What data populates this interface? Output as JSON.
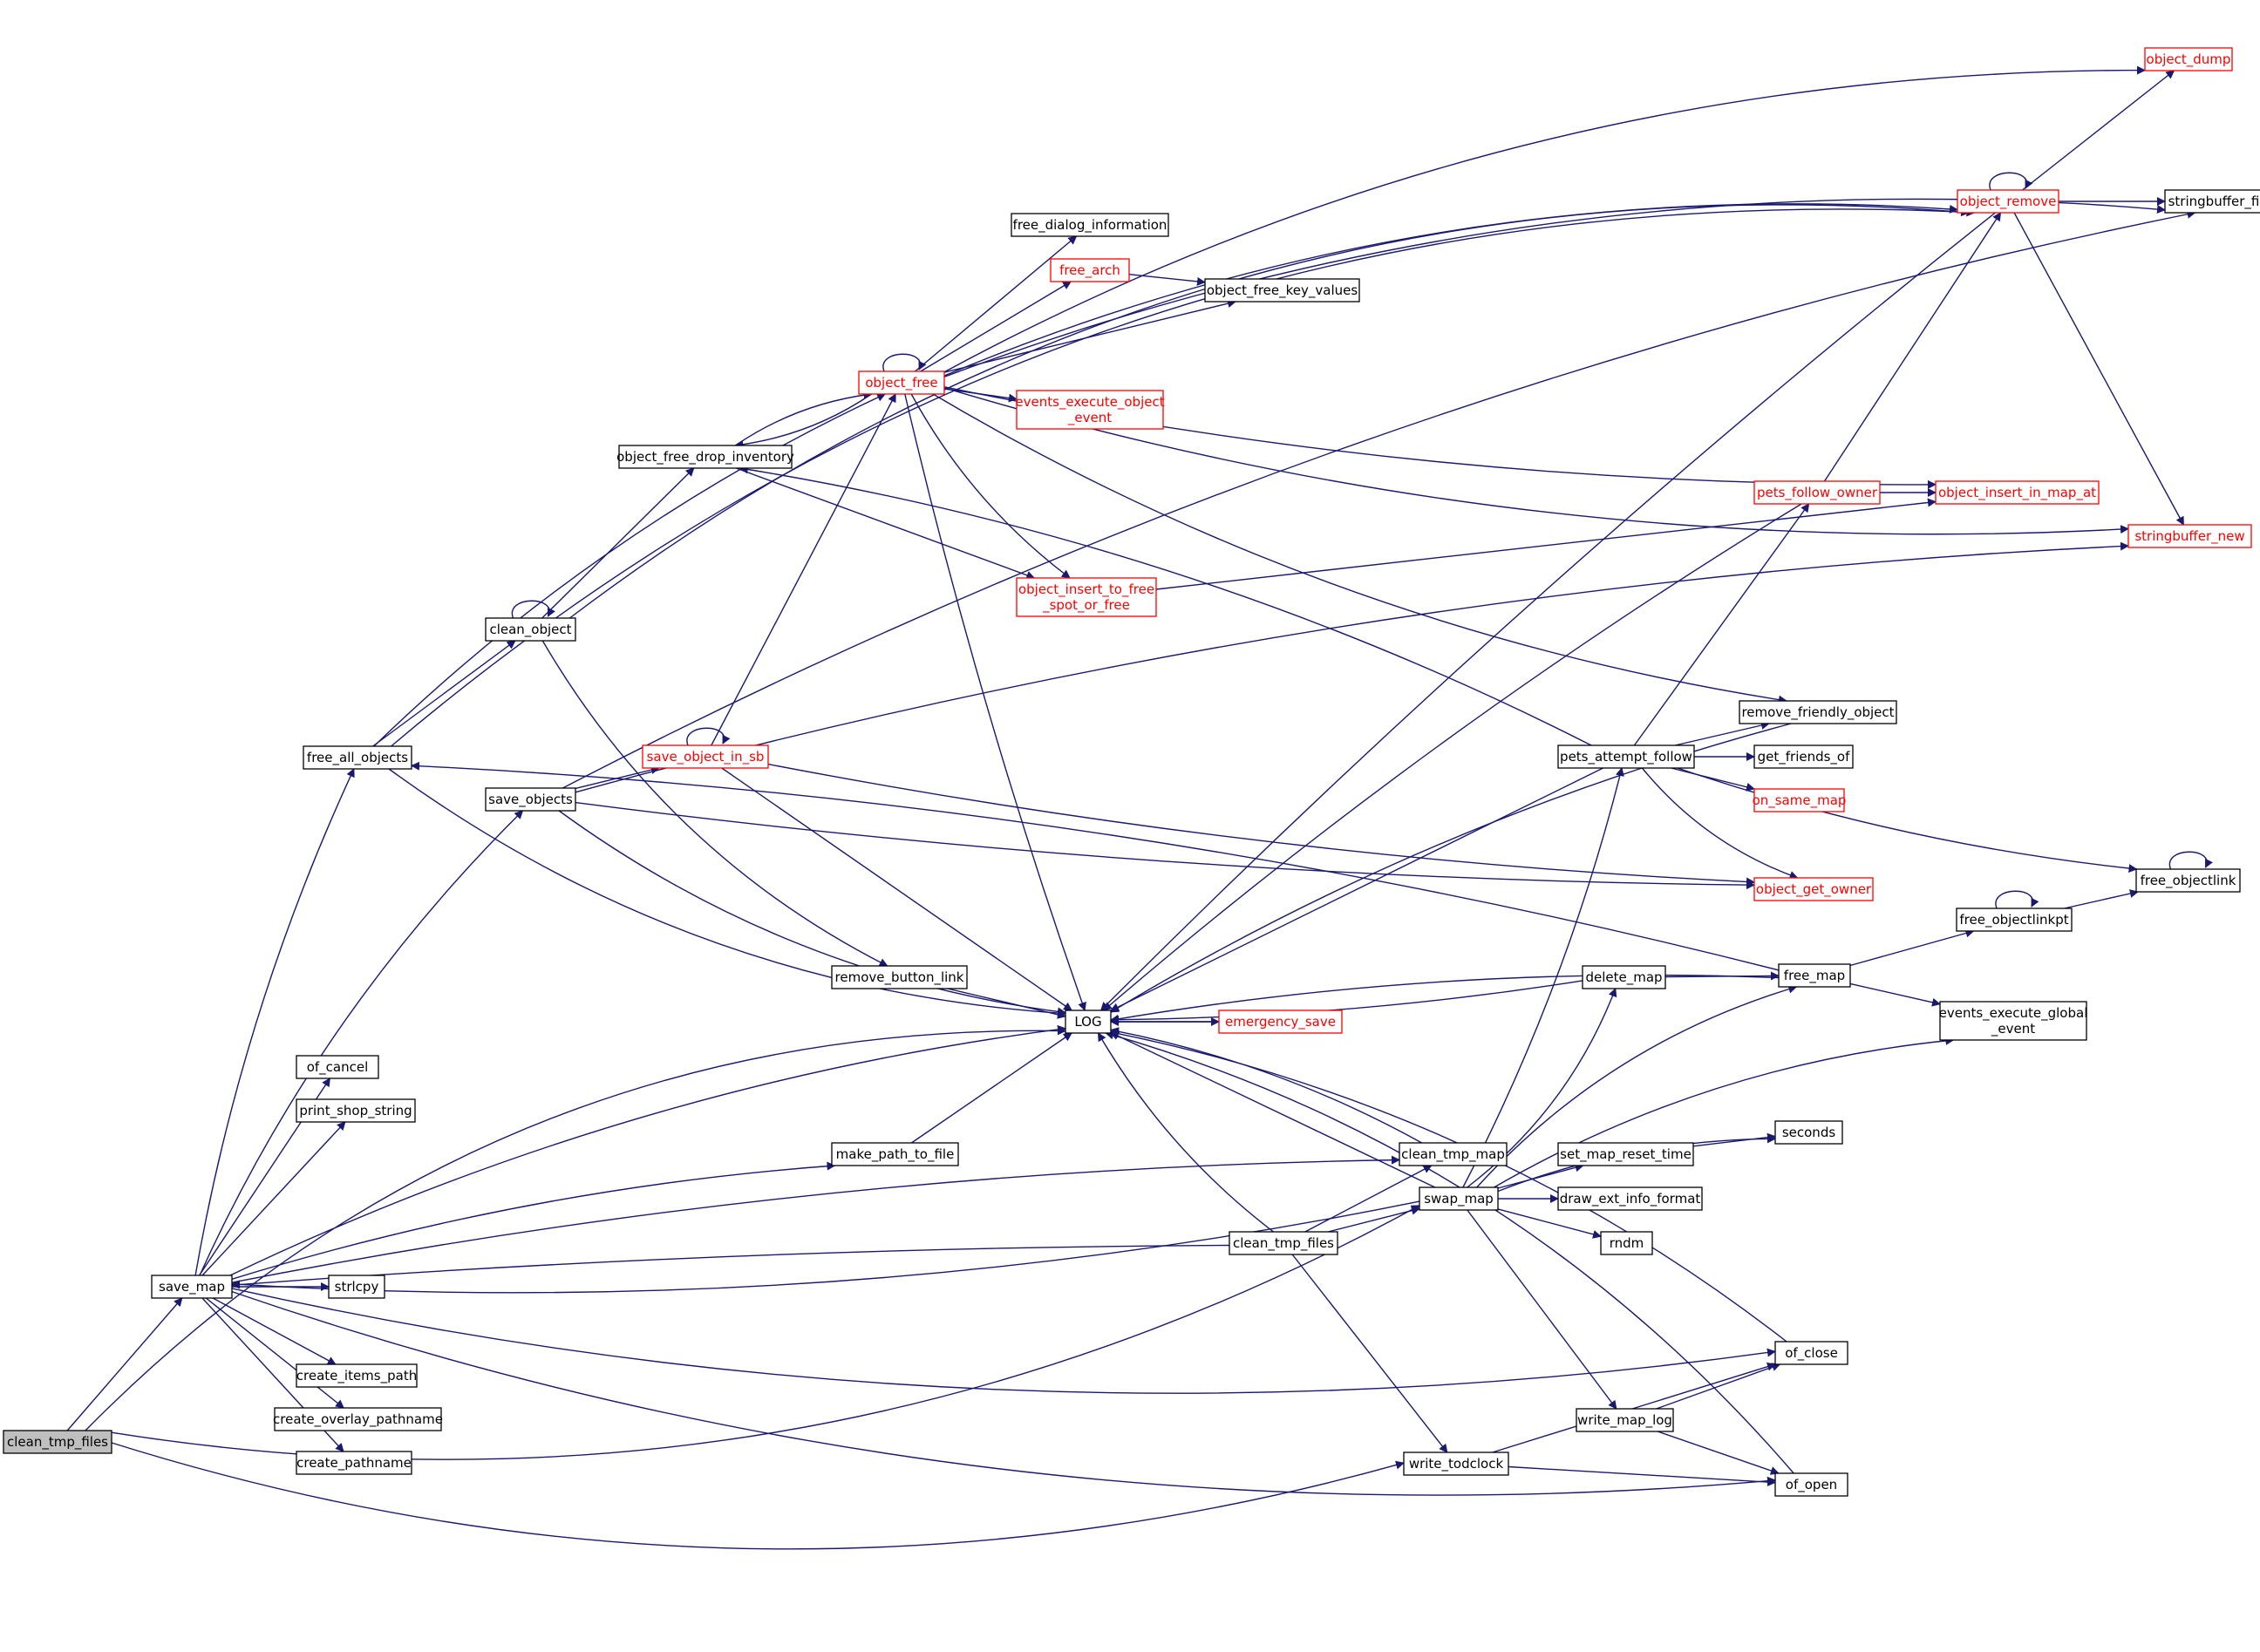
{
  "colors": {
    "edge": "#191970",
    "node_border_black": "#000000",
    "node_border_red": "#ff0000",
    "root_fill": "#bfbfbf",
    "node_fill": "#ffffff",
    "text_black": "#000000",
    "text_red": "#ff0000"
  },
  "nodes": [
    {
      "id": "clean_tmp_files_root",
      "lines": [
        "clean_tmp_files"
      ],
      "style": "root"
    },
    {
      "id": "save_map",
      "lines": [
        "save_map"
      ],
      "style": "black"
    },
    {
      "id": "free_all_objects",
      "lines": [
        "free_all_objects"
      ],
      "style": "black"
    },
    {
      "id": "save_objects",
      "lines": [
        "save_objects"
      ],
      "style": "black"
    },
    {
      "id": "of_cancel",
      "lines": [
        "of_cancel"
      ],
      "style": "black"
    },
    {
      "id": "print_shop_string",
      "lines": [
        "print_shop_string"
      ],
      "style": "black"
    },
    {
      "id": "strlcpy",
      "lines": [
        "strlcpy"
      ],
      "style": "black"
    },
    {
      "id": "create_items_path",
      "lines": [
        "create_items_path"
      ],
      "style": "black"
    },
    {
      "id": "create_overlay_pathname",
      "lines": [
        "create_overlay_pathname"
      ],
      "style": "black"
    },
    {
      "id": "create_pathname",
      "lines": [
        "create_pathname"
      ],
      "style": "black"
    },
    {
      "id": "clean_object",
      "lines": [
        "clean_object"
      ],
      "style": "black"
    },
    {
      "id": "object_free_drop_inventory",
      "lines": [
        "object_free_drop_inventory"
      ],
      "style": "black"
    },
    {
      "id": "object_free",
      "lines": [
        "object_free"
      ],
      "style": "red"
    },
    {
      "id": "save_object_in_sb",
      "lines": [
        "save_object_in_sb"
      ],
      "style": "red"
    },
    {
      "id": "free_dialog_information",
      "lines": [
        "free_dialog_information"
      ],
      "style": "black"
    },
    {
      "id": "free_arch",
      "lines": [
        "free_arch"
      ],
      "style": "red"
    },
    {
      "id": "object_free_key_values",
      "lines": [
        "object_free_key_values"
      ],
      "style": "black"
    },
    {
      "id": "events_execute_object_event",
      "lines": [
        "events_execute_object",
        "_event"
      ],
      "style": "red"
    },
    {
      "id": "object_insert_to_free_spot_or_free",
      "lines": [
        "object_insert_to_free",
        "_spot_or_free"
      ],
      "style": "red"
    },
    {
      "id": "remove_button_link",
      "lines": [
        "remove_button_link"
      ],
      "style": "black"
    },
    {
      "id": "LOG",
      "lines": [
        "LOG"
      ],
      "style": "black"
    },
    {
      "id": "emergency_save",
      "lines": [
        "emergency_save"
      ],
      "style": "red"
    },
    {
      "id": "make_path_to_file",
      "lines": [
        "make_path_to_file"
      ],
      "style": "black"
    },
    {
      "id": "clean_tmp_map",
      "lines": [
        "clean_tmp_map"
      ],
      "style": "black"
    },
    {
      "id": "clean_tmp_files",
      "lines": [
        "clean_tmp_files"
      ],
      "style": "black"
    },
    {
      "id": "swap_map",
      "lines": [
        "swap_map"
      ],
      "style": "black"
    },
    {
      "id": "write_todclock",
      "lines": [
        "write_todclock"
      ],
      "style": "black"
    },
    {
      "id": "object_dump",
      "lines": [
        "object_dump"
      ],
      "style": "red"
    },
    {
      "id": "object_remove",
      "lines": [
        "object_remove"
      ],
      "style": "red"
    },
    {
      "id": "stringbuffer_finish",
      "lines": [
        "stringbuffer_finish"
      ],
      "style": "black"
    },
    {
      "id": "pets_follow_owner",
      "lines": [
        "pets_follow_owner"
      ],
      "style": "red"
    },
    {
      "id": "object_insert_in_map_at",
      "lines": [
        "object_insert_in_map_at"
      ],
      "style": "red"
    },
    {
      "id": "stringbuffer_new",
      "lines": [
        "stringbuffer_new"
      ],
      "style": "red"
    },
    {
      "id": "remove_friendly_object",
      "lines": [
        "remove_friendly_object"
      ],
      "style": "black"
    },
    {
      "id": "pets_attempt_follow",
      "lines": [
        "pets_attempt_follow"
      ],
      "style": "black"
    },
    {
      "id": "get_friends_of",
      "lines": [
        "get_friends_of"
      ],
      "style": "black"
    },
    {
      "id": "on_same_map",
      "lines": [
        "on_same_map"
      ],
      "style": "red"
    },
    {
      "id": "object_get_owner",
      "lines": [
        "object_get_owner"
      ],
      "style": "red"
    },
    {
      "id": "free_objectlink",
      "lines": [
        "free_objectlink"
      ],
      "style": "black"
    },
    {
      "id": "free_objectlinkpt",
      "lines": [
        "free_objectlinkpt"
      ],
      "style": "black"
    },
    {
      "id": "free_map",
      "lines": [
        "free_map"
      ],
      "style": "black"
    },
    {
      "id": "delete_map",
      "lines": [
        "delete_map"
      ],
      "style": "black"
    },
    {
      "id": "events_execute_global_event",
      "lines": [
        "events_execute_global",
        "_event"
      ],
      "style": "black"
    },
    {
      "id": "seconds",
      "lines": [
        "seconds"
      ],
      "style": "black"
    },
    {
      "id": "set_map_reset_time",
      "lines": [
        "set_map_reset_time"
      ],
      "style": "black"
    },
    {
      "id": "draw_ext_info_format",
      "lines": [
        "draw_ext_info_format"
      ],
      "style": "black"
    },
    {
      "id": "rndm",
      "lines": [
        "rndm"
      ],
      "style": "black"
    },
    {
      "id": "of_close",
      "lines": [
        "of_close"
      ],
      "style": "black"
    },
    {
      "id": "write_map_log",
      "lines": [
        "write_map_log"
      ],
      "style": "black"
    },
    {
      "id": "of_open",
      "lines": [
        "of_open"
      ],
      "style": "black"
    }
  ],
  "edges": [
    {
      "from": "clean_tmp_files_root",
      "to": "save_map"
    },
    {
      "from": "clean_tmp_files_root",
      "to": "LOG"
    },
    {
      "from": "clean_tmp_files_root",
      "to": "swap_map"
    },
    {
      "from": "clean_tmp_files_root",
      "to": "write_todclock"
    },
    {
      "from": "save_map",
      "to": "free_all_objects"
    },
    {
      "from": "save_map",
      "to": "save_objects"
    },
    {
      "from": "save_map",
      "to": "of_cancel"
    },
    {
      "from": "save_map",
      "to": "print_shop_string"
    },
    {
      "from": "save_map",
      "to": "strlcpy"
    },
    {
      "from": "save_map",
      "to": "create_items_path"
    },
    {
      "from": "save_map",
      "to": "create_overlay_pathname"
    },
    {
      "from": "save_map",
      "to": "create_pathname"
    },
    {
      "from": "save_map",
      "to": "LOG"
    },
    {
      "from": "save_map",
      "to": "make_path_to_file"
    },
    {
      "from": "save_map",
      "to": "clean_tmp_map"
    },
    {
      "from": "save_map",
      "to": "of_close"
    },
    {
      "from": "save_map",
      "to": "of_open"
    },
    {
      "from": "free_all_objects",
      "to": "clean_object"
    },
    {
      "from": "free_all_objects",
      "to": "object_free"
    },
    {
      "from": "free_all_objects",
      "to": "object_remove"
    },
    {
      "from": "free_all_objects",
      "to": "LOG"
    },
    {
      "from": "clean_object",
      "to": "clean_object"
    },
    {
      "from": "clean_object",
      "to": "object_free_drop_inventory"
    },
    {
      "from": "clean_object",
      "to": "object_remove"
    },
    {
      "from": "clean_object",
      "to": "remove_button_link"
    },
    {
      "from": "object_free_drop_inventory",
      "to": "object_free"
    },
    {
      "from": "object_free_drop_inventory",
      "to": "object_insert_to_free_spot_or_free"
    },
    {
      "from": "object_free",
      "to": "object_free"
    },
    {
      "from": "object_free",
      "to": "object_free_drop_inventory"
    },
    {
      "from": "object_free",
      "to": "object_dump"
    },
    {
      "from": "object_free",
      "to": "object_remove"
    },
    {
      "from": "object_free",
      "to": "stringbuffer_finish"
    },
    {
      "from": "object_free",
      "to": "free_dialog_information"
    },
    {
      "from": "object_free",
      "to": "free_arch"
    },
    {
      "from": "object_free",
      "to": "object_free_key_values"
    },
    {
      "from": "object_free",
      "to": "events_execute_object_event"
    },
    {
      "from": "object_free",
      "to": "object_insert_in_map_at"
    },
    {
      "from": "object_free",
      "to": "stringbuffer_new"
    },
    {
      "from": "object_free",
      "to": "object_insert_to_free_spot_or_free"
    },
    {
      "from": "object_free",
      "to": "remove_friendly_object"
    },
    {
      "from": "object_free",
      "to": "LOG"
    },
    {
      "from": "free_arch",
      "to": "object_free_key_values"
    },
    {
      "from": "object_insert_to_free_spot_or_free",
      "to": "object_insert_in_map_at"
    },
    {
      "from": "save_objects",
      "to": "save_object_in_sb"
    },
    {
      "from": "save_objects",
      "to": "stringbuffer_finish"
    },
    {
      "from": "save_objects",
      "to": "stringbuffer_new"
    },
    {
      "from": "save_objects",
      "to": "object_get_owner"
    },
    {
      "from": "save_objects",
      "to": "LOG"
    },
    {
      "from": "save_object_in_sb",
      "to": "save_object_in_sb"
    },
    {
      "from": "save_object_in_sb",
      "to": "object_free"
    },
    {
      "from": "save_object_in_sb",
      "to": "object_get_owner"
    },
    {
      "from": "save_object_in_sb",
      "to": "LOG"
    },
    {
      "from": "remove_button_link",
      "to": "LOG"
    },
    {
      "from": "make_path_to_file",
      "to": "LOG"
    },
    {
      "from": "LOG",
      "to": "emergency_save"
    },
    {
      "from": "emergency_save",
      "to": "LOG"
    },
    {
      "from": "object_remove",
      "to": "object_remove"
    },
    {
      "from": "object_remove",
      "to": "object_dump"
    },
    {
      "from": "object_remove",
      "to": "stringbuffer_finish"
    },
    {
      "from": "object_remove",
      "to": "stringbuffer_new"
    },
    {
      "from": "object_remove",
      "to": "LOG"
    },
    {
      "from": "pets_follow_owner",
      "to": "object_remove"
    },
    {
      "from": "pets_follow_owner",
      "to": "object_insert_in_map_at"
    },
    {
      "from": "pets_follow_owner",
      "to": "LOG"
    },
    {
      "from": "remove_friendly_object",
      "to": "LOG"
    },
    {
      "from": "pets_attempt_follow",
      "to": "pets_follow_owner"
    },
    {
      "from": "pets_attempt_follow",
      "to": "remove_friendly_object"
    },
    {
      "from": "pets_attempt_follow",
      "to": "get_friends_of"
    },
    {
      "from": "pets_attempt_follow",
      "to": "on_same_map"
    },
    {
      "from": "pets_attempt_follow",
      "to": "object_get_owner"
    },
    {
      "from": "pets_attempt_follow",
      "to": "free_objectlink"
    },
    {
      "from": "pets_attempt_follow",
      "to": "object_free_drop_inventory"
    },
    {
      "from": "pets_attempt_follow",
      "to": "LOG"
    },
    {
      "from": "free_objectlink",
      "to": "free_objectlink"
    },
    {
      "from": "free_objectlinkpt",
      "to": "free_objectlinkpt"
    },
    {
      "from": "free_objectlinkpt",
      "to": "free_objectlink"
    },
    {
      "from": "free_map",
      "to": "free_objectlinkpt"
    },
    {
      "from": "free_map",
      "to": "events_execute_global_event"
    },
    {
      "from": "free_map",
      "to": "LOG"
    },
    {
      "from": "free_map",
      "to": "free_all_objects"
    },
    {
      "from": "delete_map",
      "to": "free_map"
    },
    {
      "from": "delete_map",
      "to": "LOG"
    },
    {
      "from": "clean_tmp_files",
      "to": "clean_tmp_map"
    },
    {
      "from": "clean_tmp_files",
      "to": "swap_map"
    },
    {
      "from": "clean_tmp_files",
      "to": "write_todclock"
    },
    {
      "from": "clean_tmp_files",
      "to": "save_map"
    },
    {
      "from": "clean_tmp_files",
      "to": "LOG"
    },
    {
      "from": "swap_map",
      "to": "LOG"
    },
    {
      "from": "swap_map",
      "to": "save_map"
    },
    {
      "from": "swap_map",
      "to": "pets_attempt_follow"
    },
    {
      "from": "swap_map",
      "to": "delete_map"
    },
    {
      "from": "swap_map",
      "to": "free_map"
    },
    {
      "from": "swap_map",
      "to": "events_execute_global_event"
    },
    {
      "from": "swap_map",
      "to": "seconds"
    },
    {
      "from": "swap_map",
      "to": "set_map_reset_time"
    },
    {
      "from": "swap_map",
      "to": "draw_ext_info_format"
    },
    {
      "from": "swap_map",
      "to": "rndm"
    },
    {
      "from": "swap_map",
      "to": "write_map_log"
    },
    {
      "from": "set_map_reset_time",
      "to": "seconds"
    },
    {
      "from": "write_map_log",
      "to": "of_close"
    },
    {
      "from": "write_map_log",
      "to": "of_open"
    },
    {
      "from": "write_todclock",
      "to": "of_close"
    },
    {
      "from": "write_todclock",
      "to": "of_open"
    },
    {
      "from": "of_close",
      "to": "LOG"
    },
    {
      "from": "of_open",
      "to": "LOG"
    },
    {
      "from": "clean_tmp_map",
      "to": "LOG"
    }
  ]
}
